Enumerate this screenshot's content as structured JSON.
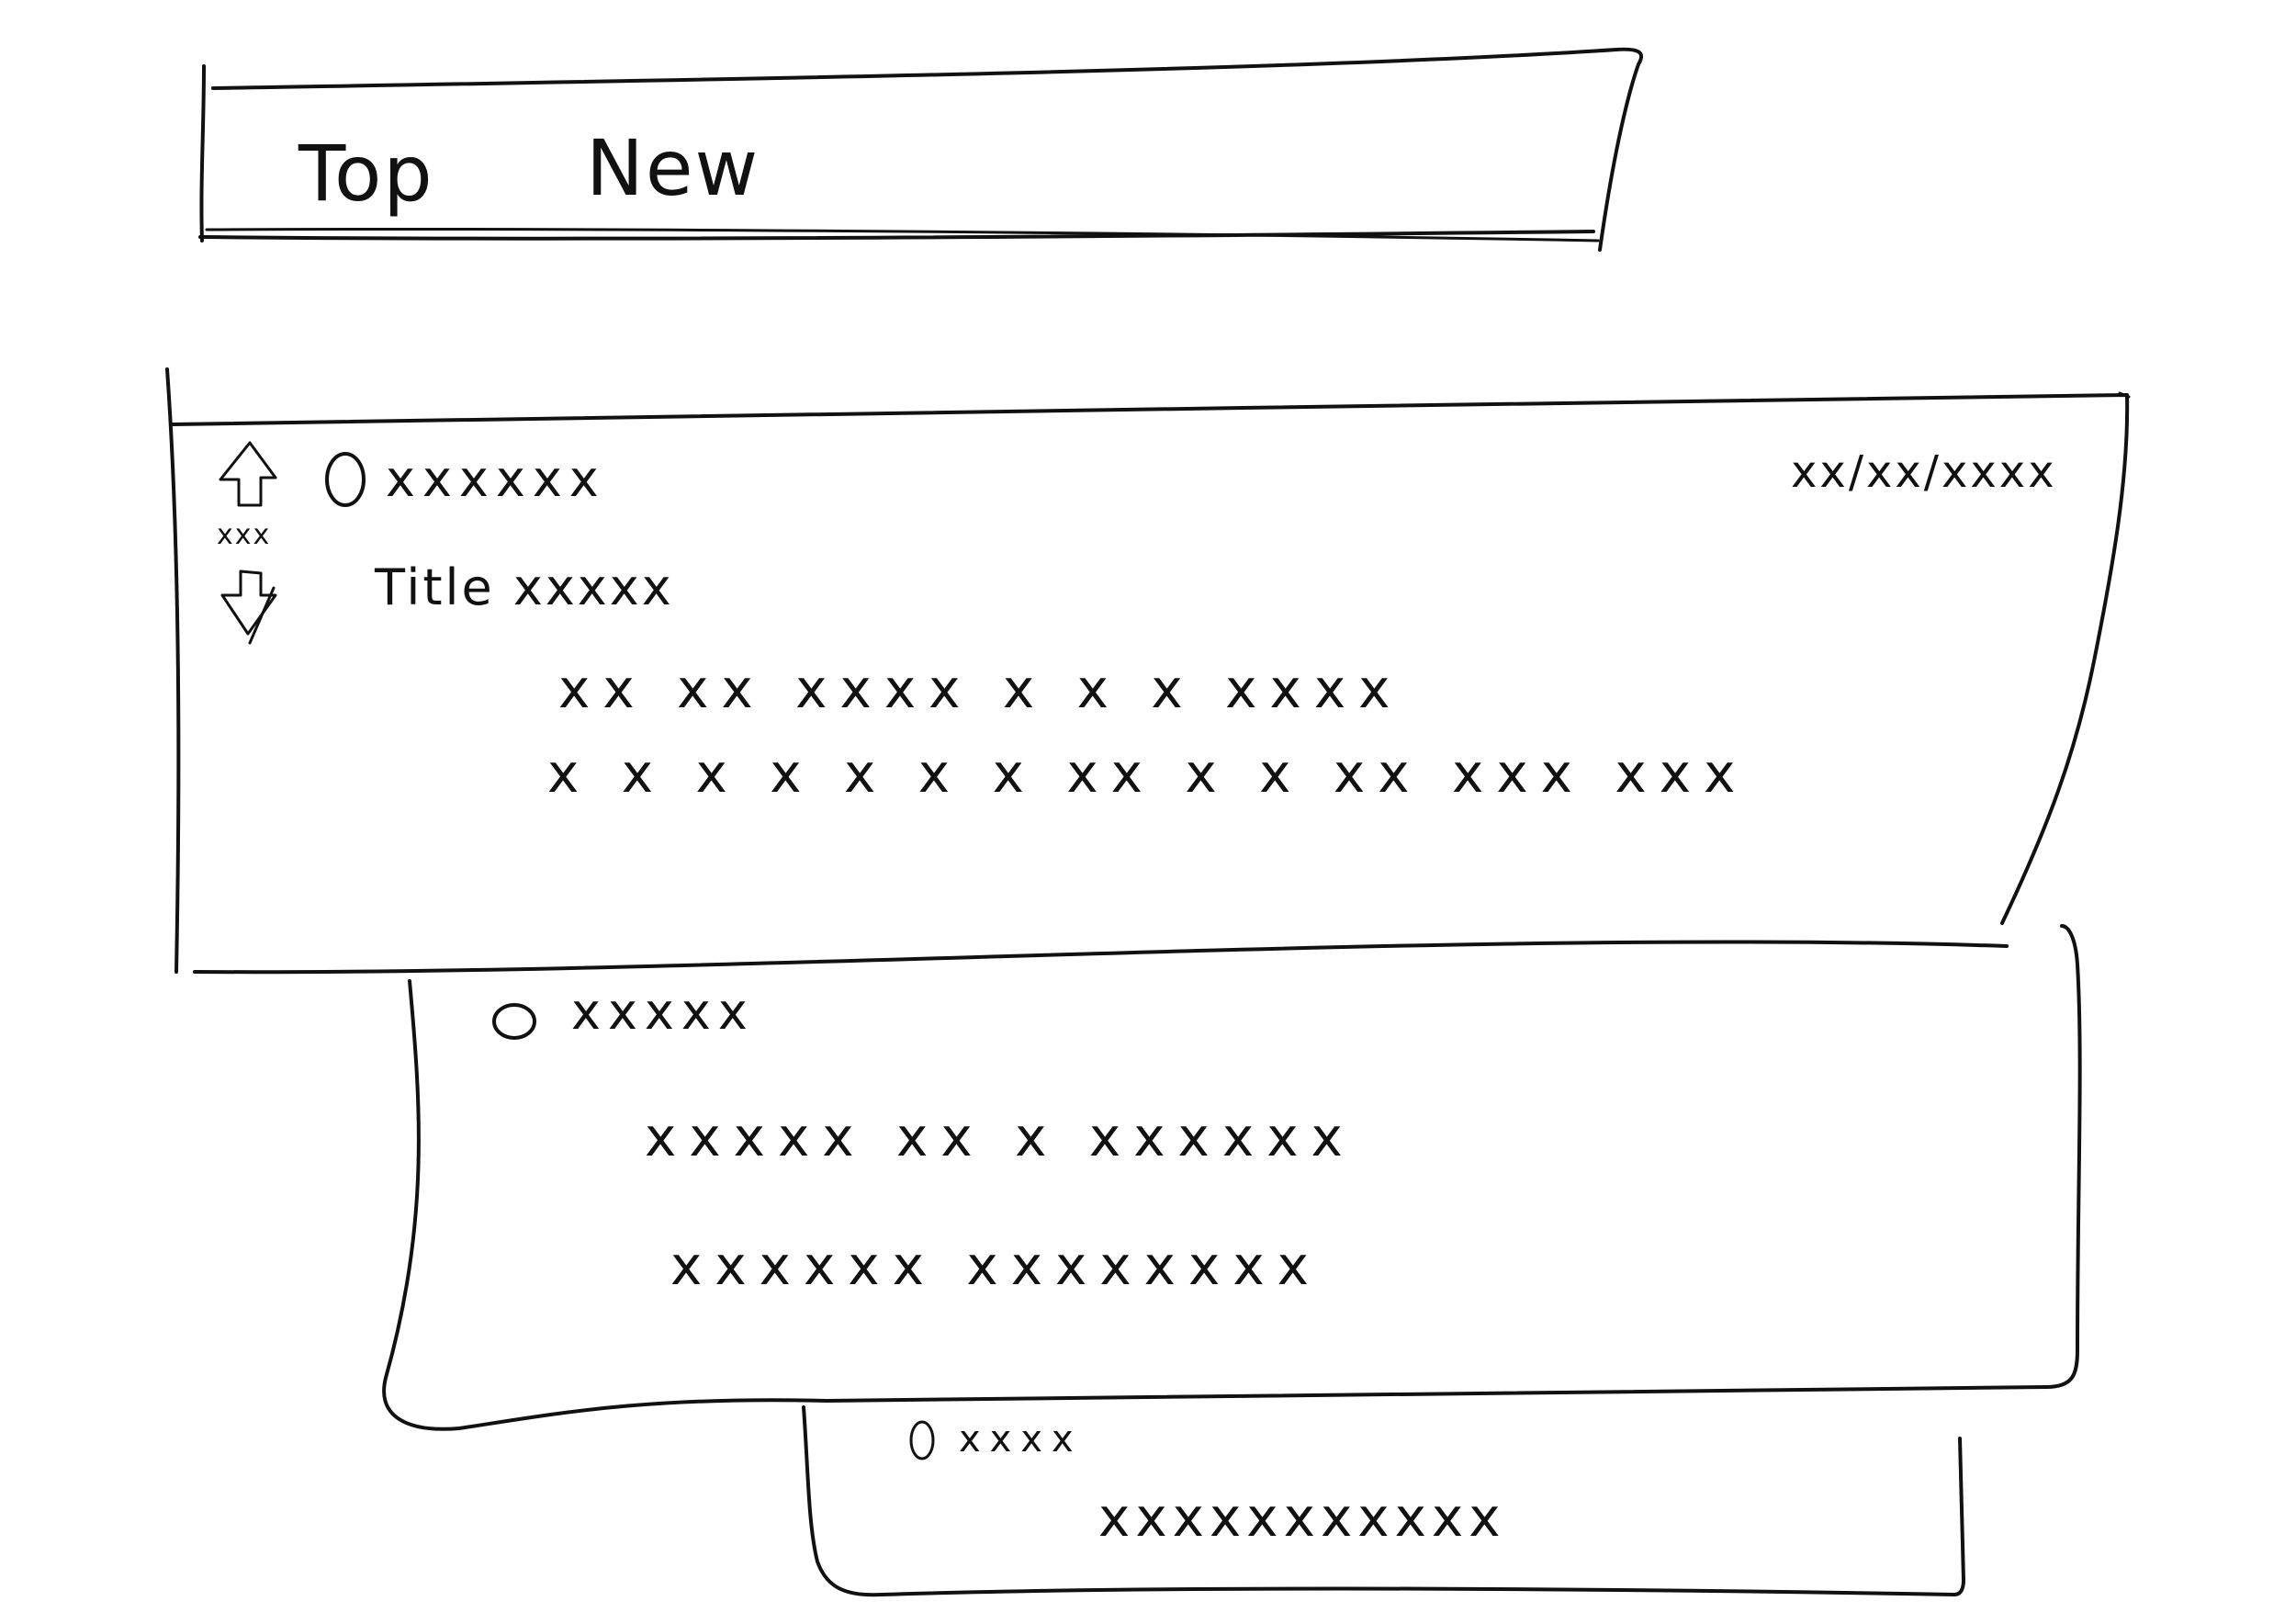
{
  "nav": {
    "tabs": [
      {
        "label": "Top"
      },
      {
        "label": "New"
      }
    ]
  },
  "post": {
    "vote_count": "xxx",
    "author": "xxxxxx",
    "date": "xx/xx/xxxx",
    "title": "Title xxxxx",
    "body_line_1": "xx xx xxxx x x x xxxx",
    "body_line_2": "x x x x x x x xx x x xx xxx xxx"
  },
  "comments": [
    {
      "author": "xxxxx",
      "text_line_1": "xxxxx xx x xxxxxx",
      "text_line_2": "xxxxxx xxxxxxxx"
    },
    {
      "author": "xxxx",
      "text_line_1": "xxxxxxxxxxx"
    }
  ]
}
